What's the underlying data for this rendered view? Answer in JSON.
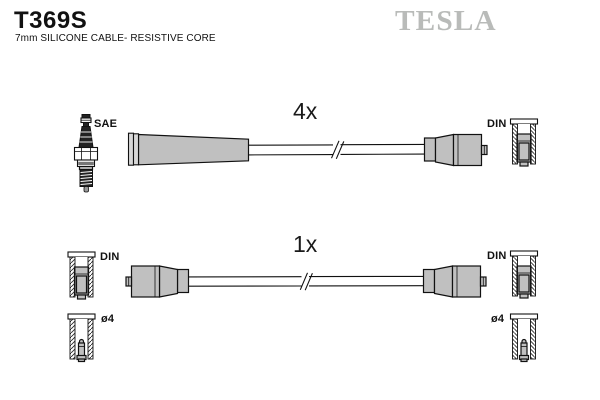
{
  "header": {
    "part_number": "T369S",
    "subtitle": "7mm SILICONE CABLE- RESISTIVE CORE",
    "brand": "TESLA"
  },
  "colors": {
    "brand_gray": "#b9bbb9",
    "part_fill": "#c0c0c0",
    "part_fill_light": "#d8d8d8",
    "outline": "#111111",
    "dark_fill": "#222222"
  },
  "kit": {
    "row1": {
      "quantity": "4x",
      "plug_end": "SAE",
      "cap_end": "DIN"
    },
    "row2": {
      "quantity": "1x",
      "left_cap": "DIN",
      "left_diameter": "ø4",
      "right_cap": "DIN",
      "right_diameter": "ø4"
    }
  }
}
